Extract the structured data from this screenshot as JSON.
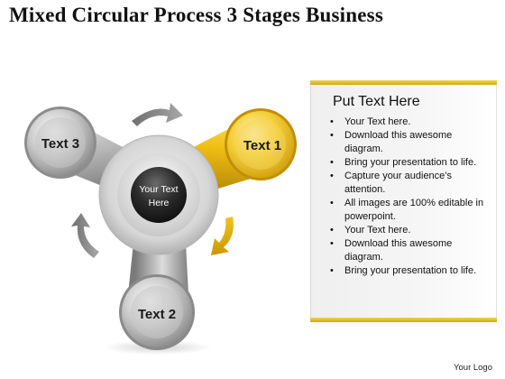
{
  "title": "Mixed Circular Process 3 Stages Business",
  "diagram": {
    "center_text": [
      "Your Text",
      "Here"
    ],
    "stage_1": "Text 1",
    "stage_2": "Text 2",
    "stage_3": "Text 3"
  },
  "panel": {
    "heading": "Put Text Here",
    "bullets": [
      "Your Text here.",
      "Download this awesome diagram.",
      "Bring your presentation to life.",
      "Capture your audience’s attention.",
      "All images are 100% editable in powerpoint.",
      "Your Text here.",
      "Download this awesome diagram.",
      "Bring your presentation to life."
    ]
  },
  "logo": "Your Logo",
  "colors": {
    "accent_yellow": "#f2c21a",
    "gray": "#9a9a9a",
    "center_dark": "#2a2a2a"
  }
}
